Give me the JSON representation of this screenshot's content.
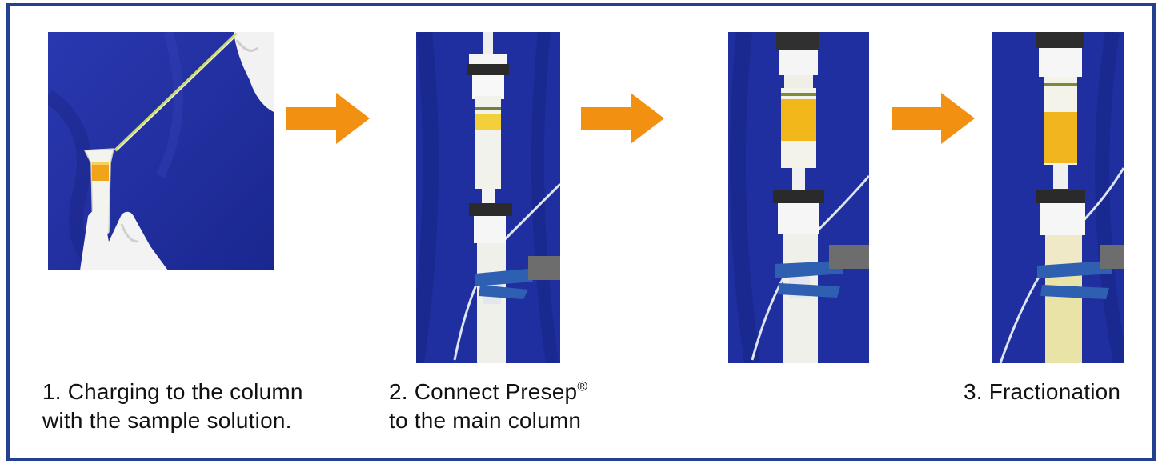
{
  "figure": {
    "border_color": "#24418f",
    "arrow_color": "#f29111",
    "backdrop_color": "#1f2fa0"
  },
  "steps": [
    {
      "caption_line1": "1. Charging to the column",
      "caption_line2": "with the sample solution."
    },
    {
      "caption_line1": "2. Connect Presep",
      "caption_sup": "®",
      "caption_line2": "to the main column"
    },
    {
      "caption_line1": "3. Fractionation"
    }
  ],
  "arrows": [
    {
      "icon": "arrow-right-icon"
    },
    {
      "icon": "arrow-right-icon"
    },
    {
      "icon": "arrow-right-icon"
    }
  ]
}
